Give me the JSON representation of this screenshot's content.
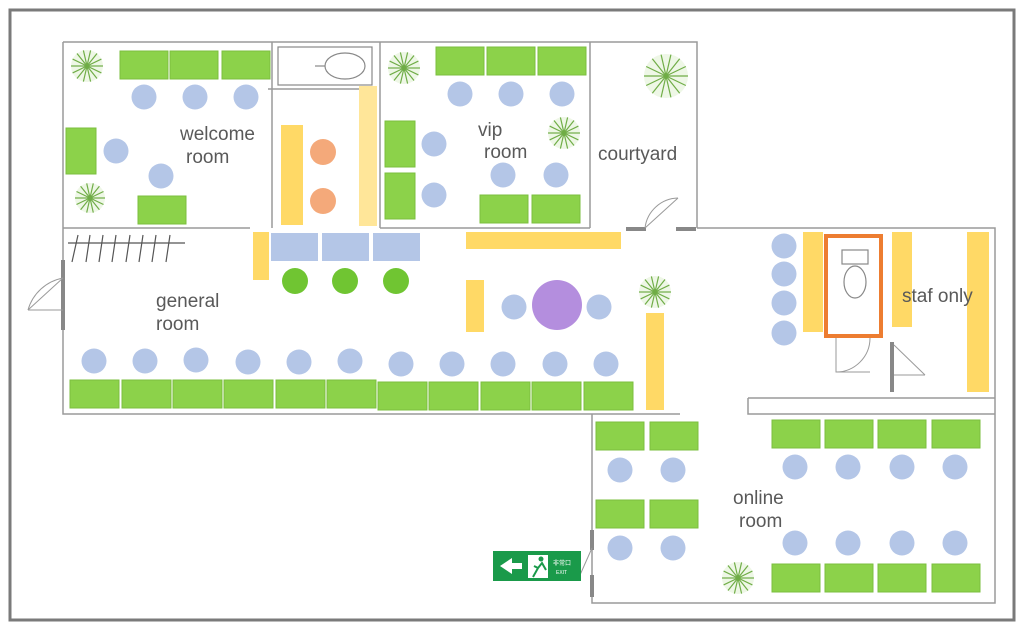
{
  "colors": {
    "frame": "#7a7a7a",
    "wall": "#9a9a9a",
    "desk": "#8cd24a",
    "desk_stroke": "#7bbf3f",
    "chair": "#b4c6e7",
    "stool_orange": "#f4a97a",
    "counter_yellow": "#ffd966",
    "counter_light": "#ffe699",
    "round_table": "#b48ede",
    "green_seat": "#70c532",
    "toilet_frame": "#ed7d31",
    "plant": "#70ad47",
    "exit_sign": "#1a9a4a",
    "label": "#595959"
  },
  "rooms": {
    "welcome": {
      "line1": "welcome",
      "line2": "room"
    },
    "vip": {
      "line1": "vip",
      "line2": "room"
    },
    "courtyard": {
      "label": "courtyard"
    },
    "general": {
      "line1": "general",
      "line2": "room"
    },
    "staff": {
      "label": "staf only"
    },
    "online": {
      "line1": "online",
      "line2": "room"
    }
  },
  "exit_sign": {
    "icon": "emergency-exit-icon",
    "direction": "left-arrow",
    "jp_text": "非常口",
    "en_text": "EXIT"
  },
  "icons": {
    "plant": "plant-icon",
    "toilet": "toilet-icon",
    "sink": "sink-icon",
    "door": "door-icon",
    "coat_rack": "coat-rack-icon"
  }
}
